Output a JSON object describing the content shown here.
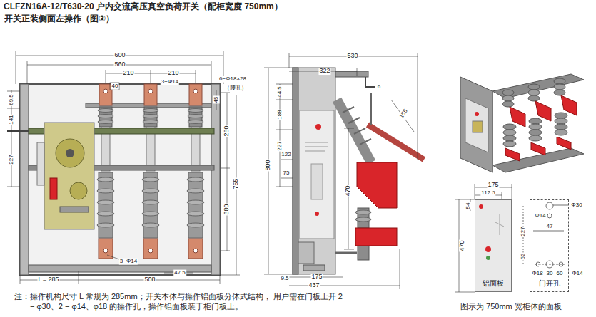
{
  "diagram": {
    "title": "CLFZN16A-12/T630-20 户内交流高压真空负荷开关（配柜宽度 750mm）",
    "caption": "图示为 750mm 宽柜体的面板",
    "nodes": [
      {
        "text": [
          "铝面板"
        ]
      },
      {
        "text": [
          "门开孔"
        ]
      }
    ],
    "labels": [
      "开关正装侧面左操作（图③）",
      "600",
      "560",
      "210",
      "210",
      "40",
      "3−Φ14",
      "6−Φ18×28",
      "（腰孔）",
      "69.5",
      "45",
      "141",
      "227",
      "280",
      "755",
      "380",
      "L＝285",
      "3−Φ14",
      "508",
      "47.5",
      "530",
      "322",
      "6",
      "155",
      "44.5",
      "188",
      "227",
      "122",
      "800",
      "75",
      "470",
      "9.5",
      "175",
      "437",
      "175",
      "112.5",
      "54",
      "470",
      "Φ30",
      "Φ14",
      "227",
      "47",
      "52",
      "Φ18",
      "30",
      "60",
      "Φ14",
      "注：操作机构尺寸 L 常规为 285mm；开关本体与操作铝面板分体式结构， 用户需在门板上开 2 − φ30、2 − φ14、φ18 的操作孔，操作铝面板装于柜门板上。"
    ]
  }
}
